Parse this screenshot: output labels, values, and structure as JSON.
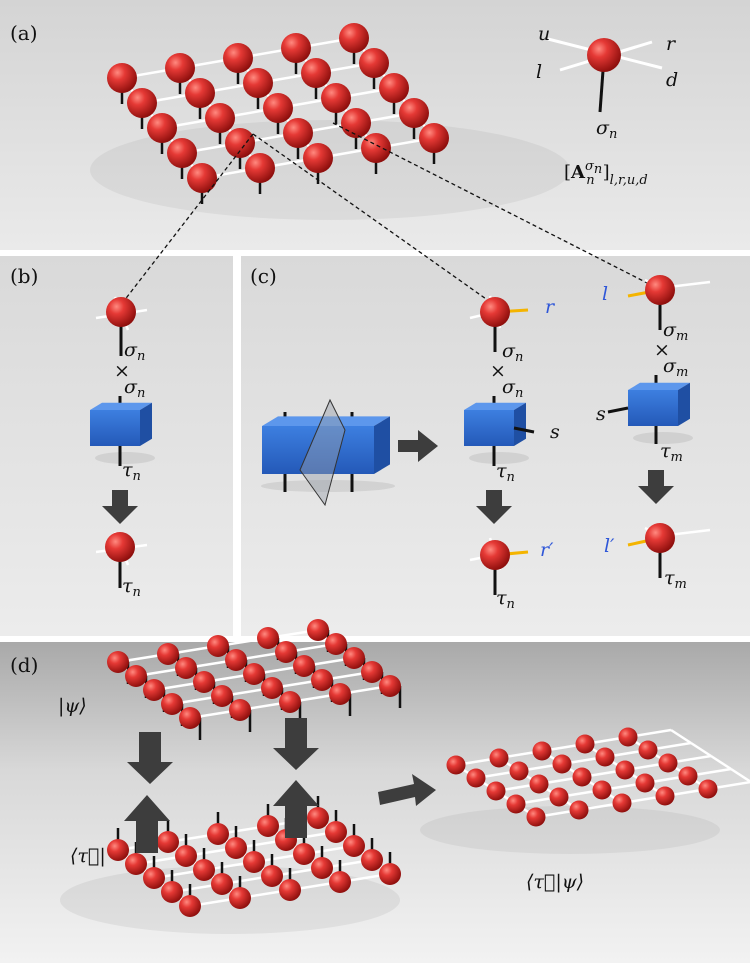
{
  "panels": {
    "a": {
      "label": "(a)"
    },
    "b": {
      "label": "(b)"
    },
    "c": {
      "label": "(c)"
    },
    "d": {
      "label": "(d)"
    }
  },
  "legs": {
    "u": "u",
    "r": "r",
    "l": "l",
    "d": "d",
    "sigma": "σ",
    "n": "n"
  },
  "tensor": {
    "A": "A",
    "sup_sigma": "σ",
    "sup_n": "n",
    "n": "n",
    "sub": "l,r,u,d"
  },
  "b_labels": {
    "sigma": "σ",
    "n": "n",
    "times": "×",
    "tau": "τ"
  },
  "c_labels": {
    "r": "r",
    "s": "s",
    "l": "l",
    "r_prime": "r′",
    "l_prime": "l′",
    "sigma": "σ",
    "tau": "τ",
    "n": "n",
    "m": "m",
    "times": "×"
  },
  "d_labels": {
    "psi": "|ψ⟩",
    "tau": "⟨τ⃗|",
    "result": "⟨τ⃗|ψ⟩"
  },
  "colors": {
    "sphere": "#d8211f",
    "block": "#2e6fd3",
    "leg_highlight": "#f4b400",
    "blue_label": "#2f57d8",
    "arrow": "#3d3d3d"
  }
}
